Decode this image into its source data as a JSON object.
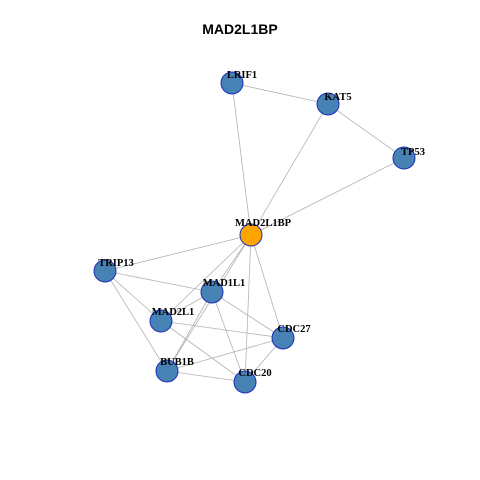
{
  "title": "MAD2L1BP",
  "colors": {
    "node_default": "#4682b4",
    "node_focus": "#ffa500",
    "node_border": "#1f2fb8",
    "edge": "#b3b3b3"
  },
  "nodes": [
    {
      "id": "LRIF1",
      "label": "LRIF1",
      "focus": false
    },
    {
      "id": "KAT5",
      "label": "KAT5",
      "focus": false
    },
    {
      "id": "TP53",
      "label": "TP53",
      "focus": false
    },
    {
      "id": "MAD2L1BP",
      "label": "MAD2L1BP",
      "focus": true
    },
    {
      "id": "TRIP13",
      "label": "TRIP13",
      "focus": false
    },
    {
      "id": "MAD1L1",
      "label": "MAD1L1",
      "focus": false
    },
    {
      "id": "MAD2L1",
      "label": "MAD2L1",
      "focus": false
    },
    {
      "id": "CDC27",
      "label": "CDC27",
      "focus": false
    },
    {
      "id": "BUB1B",
      "label": "BUB1B",
      "focus": false
    },
    {
      "id": "CDC20",
      "label": "CDC20",
      "focus": false
    }
  ],
  "edges": [
    [
      "LRIF1",
      "KAT5"
    ],
    [
      "LRIF1",
      "MAD2L1BP"
    ],
    [
      "KAT5",
      "TP53"
    ],
    [
      "KAT5",
      "MAD2L1BP"
    ],
    [
      "TP53",
      "MAD2L1BP"
    ],
    [
      "MAD2L1BP",
      "TRIP13"
    ],
    [
      "MAD2L1BP",
      "MAD1L1"
    ],
    [
      "MAD2L1BP",
      "MAD2L1"
    ],
    [
      "MAD2L1BP",
      "CDC27"
    ],
    [
      "MAD2L1BP",
      "BUB1B"
    ],
    [
      "MAD2L1BP",
      "CDC20"
    ],
    [
      "TRIP13",
      "MAD1L1"
    ],
    [
      "TRIP13",
      "MAD2L1"
    ],
    [
      "TRIP13",
      "BUB1B"
    ],
    [
      "MAD1L1",
      "MAD2L1"
    ],
    [
      "MAD1L1",
      "CDC27"
    ],
    [
      "MAD1L1",
      "BUB1B"
    ],
    [
      "MAD1L1",
      "CDC20"
    ],
    [
      "MAD2L1",
      "CDC27"
    ],
    [
      "MAD2L1",
      "CDC20"
    ],
    [
      "BUB1B",
      "CDC27"
    ],
    [
      "BUB1B",
      "CDC20"
    ],
    [
      "CDC27",
      "CDC20"
    ]
  ]
}
